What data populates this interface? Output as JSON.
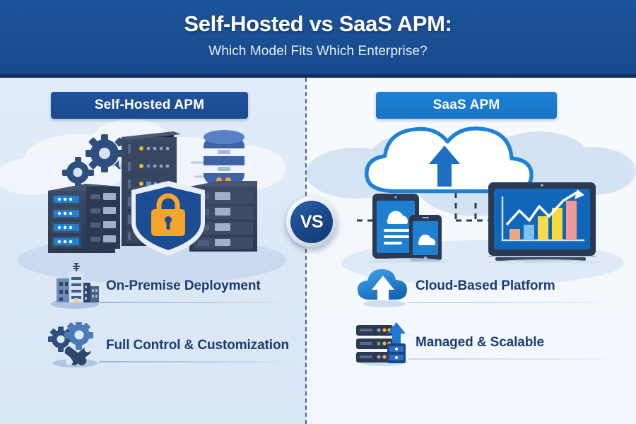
{
  "header": {
    "title": "Self-Hosted vs SaaS APM:",
    "subtitle": "Which Model Fits Which Enterprise?",
    "bg_color": "#1a4f94",
    "title_color": "#ffffff"
  },
  "center": {
    "vs_label": "VS",
    "divider_style": "dashed"
  },
  "panels": {
    "left": {
      "heading": "Self-Hosted APM",
      "heading_bg": "#1f539b",
      "background": "#dce8f6",
      "illustration": "server-racks-with-security-shield",
      "features": [
        {
          "label": "On-Premise Deployment",
          "icon": "office-building-icon"
        },
        {
          "label": "Full Control & Customization",
          "icon": "gears-wrench-icon"
        }
      ]
    },
    "right": {
      "heading": "SaaS APM",
      "heading_bg": "#1d82d6",
      "background": "#f3f8fd",
      "illustration": "cloud-with-devices-and-analytics-laptop",
      "features": [
        {
          "label": "Cloud-Based Platform",
          "icon": "cloud-upload-icon"
        },
        {
          "label": "Managed & Scalable",
          "icon": "server-stack-arrow-icon"
        }
      ]
    }
  },
  "theme": {
    "text_dark": "#1c3c70",
    "accent_blue": "#1d82d6",
    "deep_navy": "#2b3a52",
    "lock_orange": "#f6a52b",
    "chart_bars": [
      "#eba97f",
      "#7cc3ef",
      "#f5dc4e",
      "#f5d93c",
      "#ef9a9a"
    ]
  }
}
